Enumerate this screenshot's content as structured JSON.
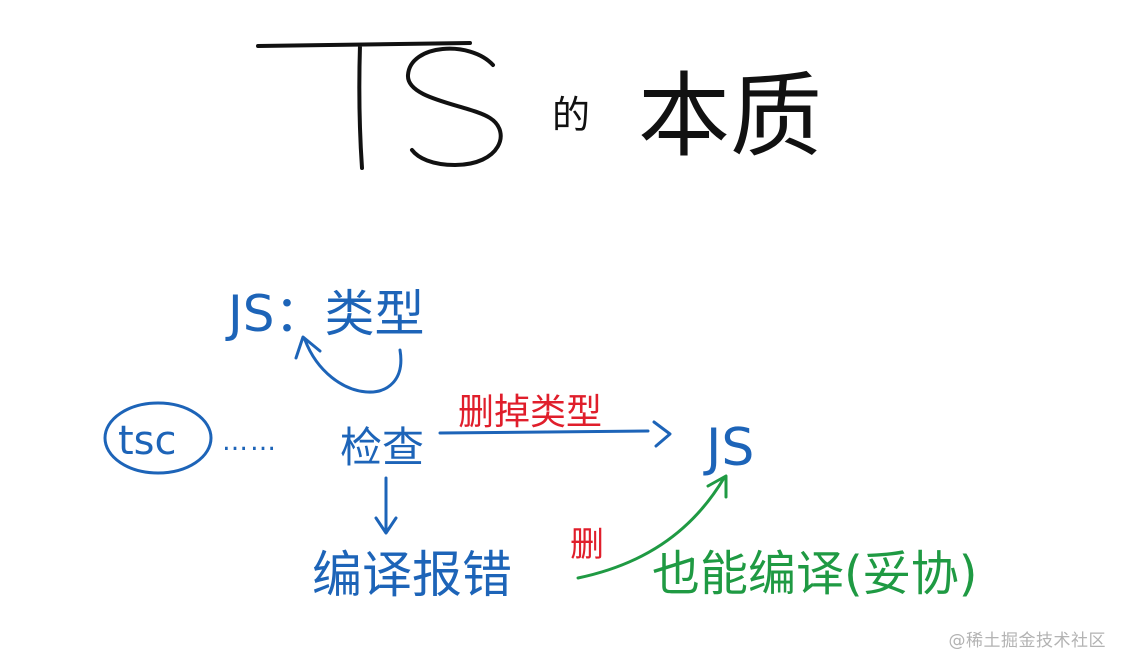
{
  "title": {
    "latin": "TS",
    "small": "的",
    "cjk": "本质"
  },
  "nodes": {
    "tsc": "tsc",
    "dots": "……",
    "check": "检查",
    "js_types": "JS：类型",
    "js_out": "JS",
    "compile_error": "编译报错",
    "also_compile": "也能编译(妥协)"
  },
  "edges": {
    "remove_types": "删掉类型",
    "delete_mark": "删"
  },
  "colors": {
    "ink": "#111111",
    "blue": "#1d64b8",
    "red": "#e01e2b",
    "green": "#1f9a43",
    "background": "#ffffff"
  },
  "watermark": "@稀土掘金技术社区"
}
